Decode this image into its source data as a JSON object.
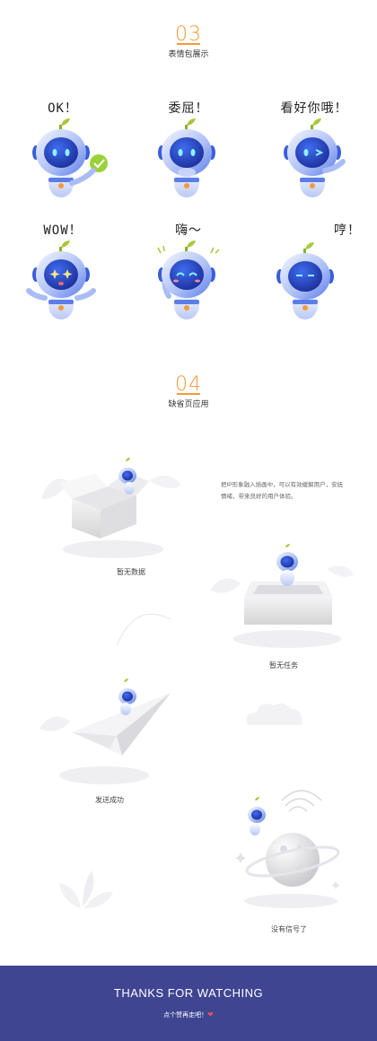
{
  "section3": {
    "number": "03",
    "title": "表情包展示"
  },
  "stickers": [
    {
      "caption": "OK！",
      "eye": "dot"
    },
    {
      "caption": "委屈！",
      "eye": "dot"
    },
    {
      "caption": "看好你哦！",
      "eye": "wink"
    },
    {
      "caption": "WOW！",
      "eye": "star"
    },
    {
      "caption": "嗨～",
      "eye": "happy"
    },
    {
      "caption": "哼！",
      "eye": "flat"
    }
  ],
  "section4": {
    "number": "04",
    "title": "缺省页应用"
  },
  "description": "把IP形象融入插画中，可以有效缓解用户，安抚情绪，带来良好的用户体验。",
  "empty_states": [
    {
      "label": "暂无数据"
    },
    {
      "label": "暂无任务"
    },
    {
      "label": "发送成功"
    },
    {
      "label": "没有信号了"
    }
  ],
  "footer": {
    "thanks": "THANKS FOR WATCHING",
    "sub": "点个赞再走吧！",
    "heart_color": "#e8505b",
    "bg": "#3f4591"
  },
  "colors": {
    "accent": "#f39a3c",
    "robot_blue": "#5a7de8",
    "visor": "#2a4fc9"
  }
}
